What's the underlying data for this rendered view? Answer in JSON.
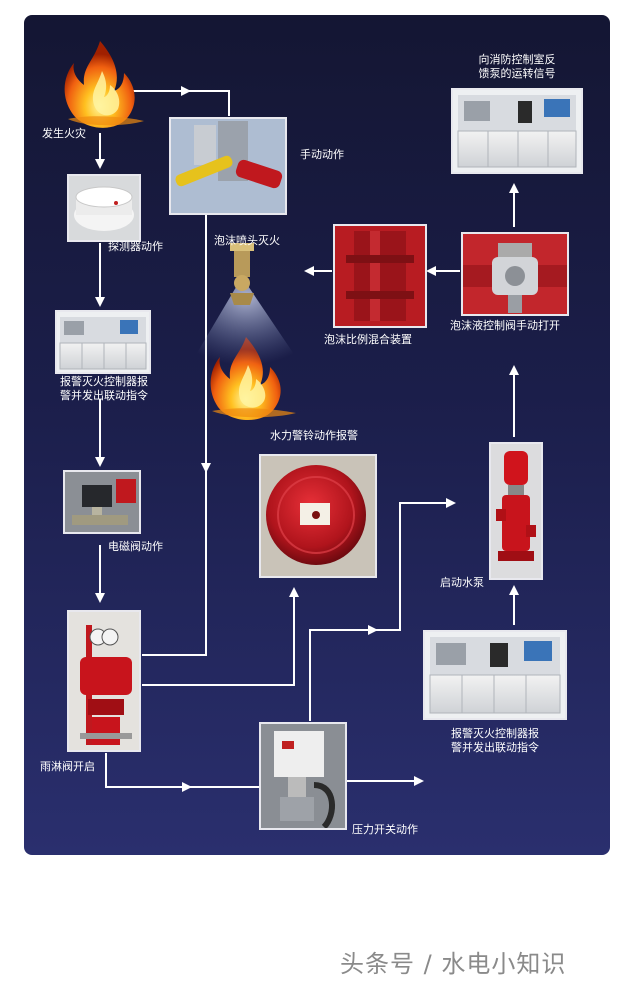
{
  "steps": {
    "fire": "发生火灾",
    "detector": "探测器动作",
    "controller1_line1": "报警灭火控制器报",
    "controller1_line2": "警并发出联动指令",
    "solenoid": "电磁阀动作",
    "deluge": "雨淋阀开启",
    "manual": "手动动作",
    "foam_spray": "泡沫喷头灭火",
    "proportioner": "泡沫比例混合装置",
    "foam_valve": "泡沫液控制阀手动打开",
    "feedback_line1": "向消防控制室反",
    "feedback_line2": "馈泵的运转信号",
    "bell": "水力警铃动作报警",
    "pump": "启动水泵",
    "controller2_line1": "报警灭火控制器报",
    "controller2_line2": "警并发出联动指令",
    "pressure": "压力开关动作"
  },
  "watermark": "头条号 / 水电小知识",
  "colors": {
    "panel_top": "#141633",
    "panel_bottom": "#2a2f6e",
    "arrow": "#ffffff",
    "equipment_red": "#c8161d",
    "flame": "#f6a21a"
  }
}
